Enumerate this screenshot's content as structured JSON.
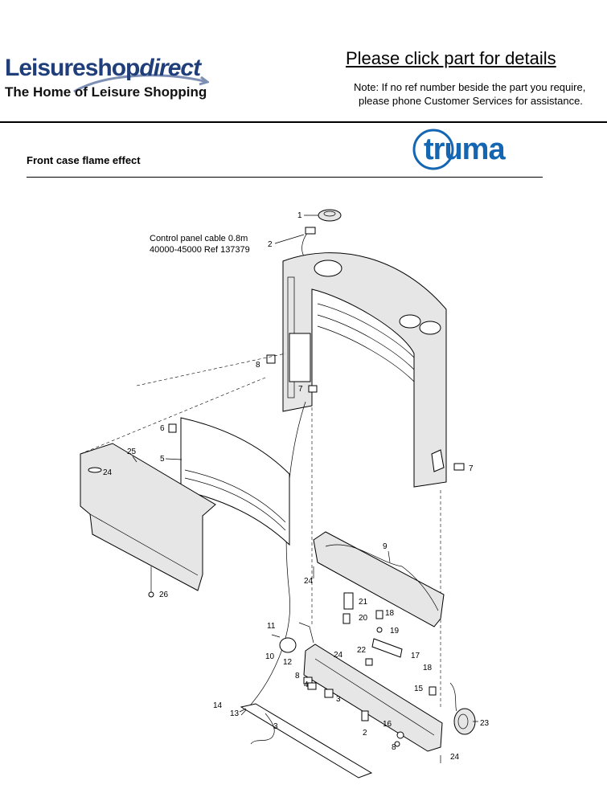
{
  "header": {
    "brand_name": "Leisureshop",
    "brand_name_accent": "direct",
    "tagline": "The Home of Leisure Shopping",
    "cta": "Please click part for details",
    "note_line1": "Note: If no ref number beside the part you require,",
    "note_line2": "please phone Customer Services for assistance."
  },
  "section": {
    "title": "Front case flame effect",
    "manufacturer_logo": "truma"
  },
  "diagram": {
    "cable_note_line1": "Control panel cable 0.8m",
    "cable_note_line2": "40000-45000 Ref 137379",
    "callouts": [
      "1",
      "2",
      "8",
      "7",
      "6",
      "25",
      "5",
      "24",
      "7",
      "9",
      "24",
      "26",
      "21",
      "20",
      "18",
      "19",
      "11",
      "22",
      "17",
      "10",
      "12",
      "24",
      "18",
      "15",
      "8",
      "4",
      "3",
      "14",
      "13",
      "3",
      "2",
      "16",
      "23",
      "8",
      "24"
    ]
  },
  "colors": {
    "brand_blue": "#1f3e7a",
    "truma_blue": "#1466b3"
  }
}
